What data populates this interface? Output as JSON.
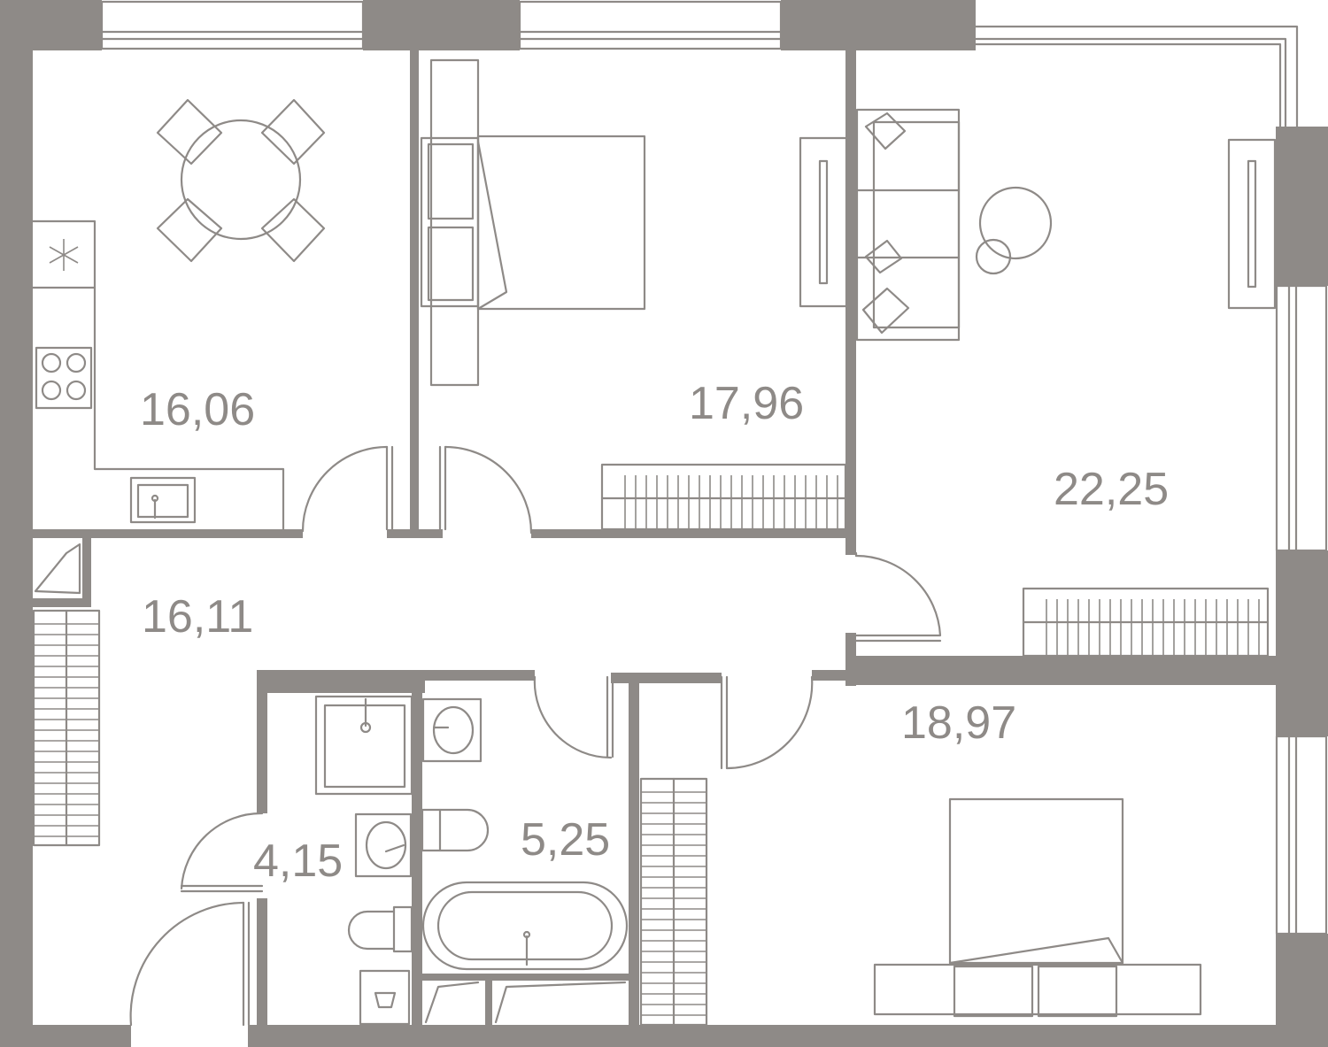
{
  "rooms": {
    "kitchen": {
      "area": "16,06"
    },
    "bedroom_1": {
      "area": "17,96"
    },
    "living_room": {
      "area": "22,25"
    },
    "hallway": {
      "area": "16,11"
    },
    "bedroom_2": {
      "area": "18,97"
    },
    "bathroom": {
      "area": "5,25"
    },
    "wc": {
      "area": "4,15"
    }
  },
  "colors": {
    "wall": "#8e8a87",
    "background": "#ffffff"
  },
  "icons": [
    "snowflake-icon",
    "cooktop-icon",
    "sink-icon",
    "toilet-icon",
    "bathtub-icon",
    "washing-machine-icon"
  ]
}
